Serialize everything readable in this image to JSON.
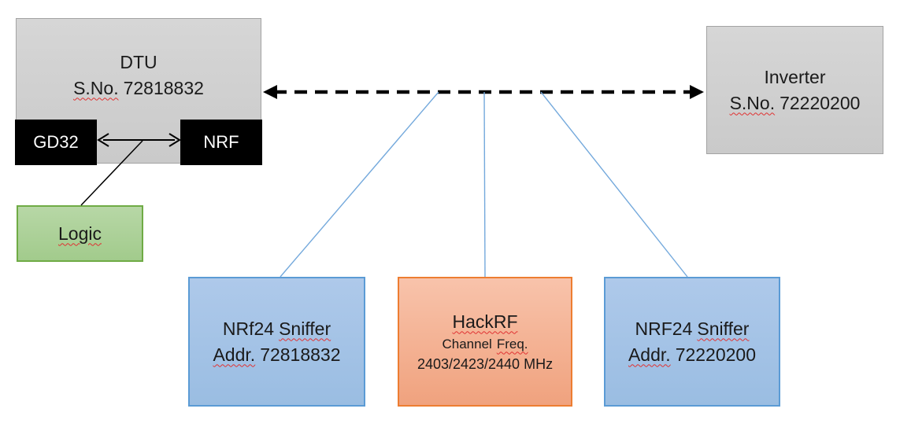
{
  "colors": {
    "box_gray_fill": "#d0d0d0",
    "box_gray_border": "#a3a3a3",
    "chip_black_fill": "#000000",
    "chip_text": "#ffffff",
    "box_green_fill": "#a9d18e",
    "box_green_border": "#6fab45",
    "box_blue_fill": "#a4c2e6",
    "box_blue_border": "#5b9bd5",
    "box_orange_fill": "#f4b183",
    "box_orange_border": "#ed7d31",
    "connector_blue": "#74a9dc",
    "connector_black": "#000000",
    "spellcheck_red": "#e03131",
    "text": "#1a1a1a"
  },
  "dtu": {
    "title": "DTU",
    "sno_label": "S.No.",
    "sno_value": "72818832",
    "gd32_label": "GD32",
    "nrf_label": "NRF"
  },
  "inverter": {
    "title": "Inverter",
    "sno_label": "S.No.",
    "sno_value": "72220200"
  },
  "logic": {
    "label": "Logic"
  },
  "sniffer_left": {
    "model": "NRf24",
    "role": "Sniffer",
    "addr_label": "Addr.",
    "addr_value": "72818832"
  },
  "hackrf": {
    "title": "HackRF",
    "channel_label": "Channel",
    "freq_label": "Freq.",
    "frequencies": "2403/2423/2440 MHz"
  },
  "sniffer_right": {
    "model": "NRF24",
    "role": "Sniffer",
    "addr_label": "Addr.",
    "addr_value": "72220200"
  }
}
